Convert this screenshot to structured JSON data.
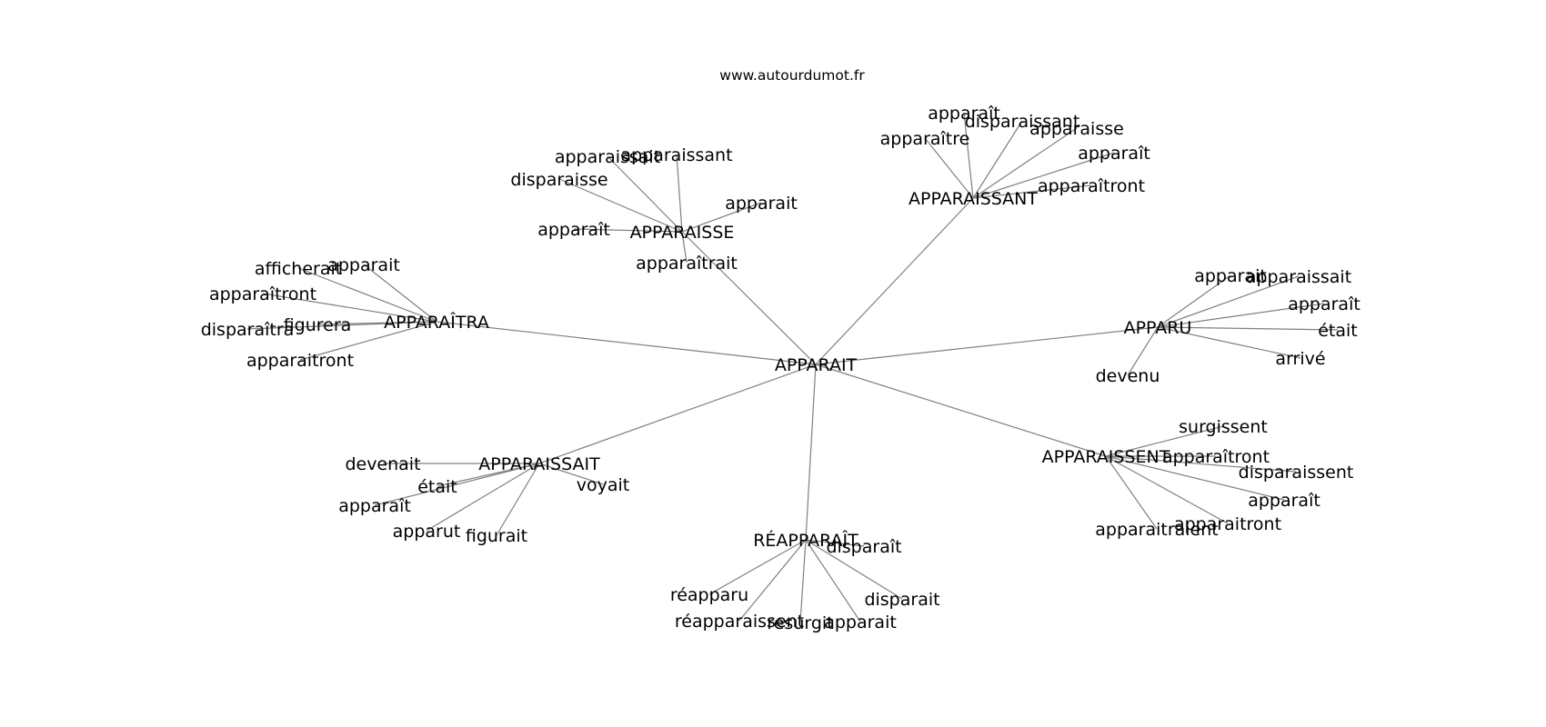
{
  "header": {
    "site": "www.autourdumot.fr"
  },
  "graph": {
    "center": "APPARAIT",
    "hubs": [
      {
        "label": "APPARAISSANT",
        "leaves": [
          "apparaît",
          "disparaissant",
          "apparaître",
          "apparaisse",
          "apparaît",
          "apparaîtront"
        ]
      },
      {
        "label": "APPARAISSE",
        "leaves": [
          "apparaissait",
          "apparaissant",
          "disparaisse",
          "apparait",
          "apparaît",
          "apparaîtrait"
        ]
      },
      {
        "label": "APPARAÎTRA",
        "leaves": [
          "afficherait",
          "apparait",
          "apparaîtront",
          "disparaîtra",
          "figurera",
          "apparaitront"
        ]
      },
      {
        "label": "APPARU",
        "leaves": [
          "apparait",
          "apparaissait",
          "apparaît",
          "était",
          "arrivé",
          "devenu"
        ]
      },
      {
        "label": "APPARAISSAIT",
        "leaves": [
          "devenait",
          "était",
          "voyait",
          "apparaît",
          "apparut",
          "figurait"
        ]
      },
      {
        "label": "APPARAISSENT",
        "leaves": [
          "surgissent",
          "apparaîtront",
          "disparaissent",
          "apparaît",
          "apparaitront",
          "apparaitraient"
        ]
      },
      {
        "label": "RÉAPPARAÎT",
        "leaves": [
          "disparaît",
          "disparait",
          "réapparu",
          "réapparaissent",
          "resurgit",
          "apparait"
        ]
      }
    ]
  }
}
